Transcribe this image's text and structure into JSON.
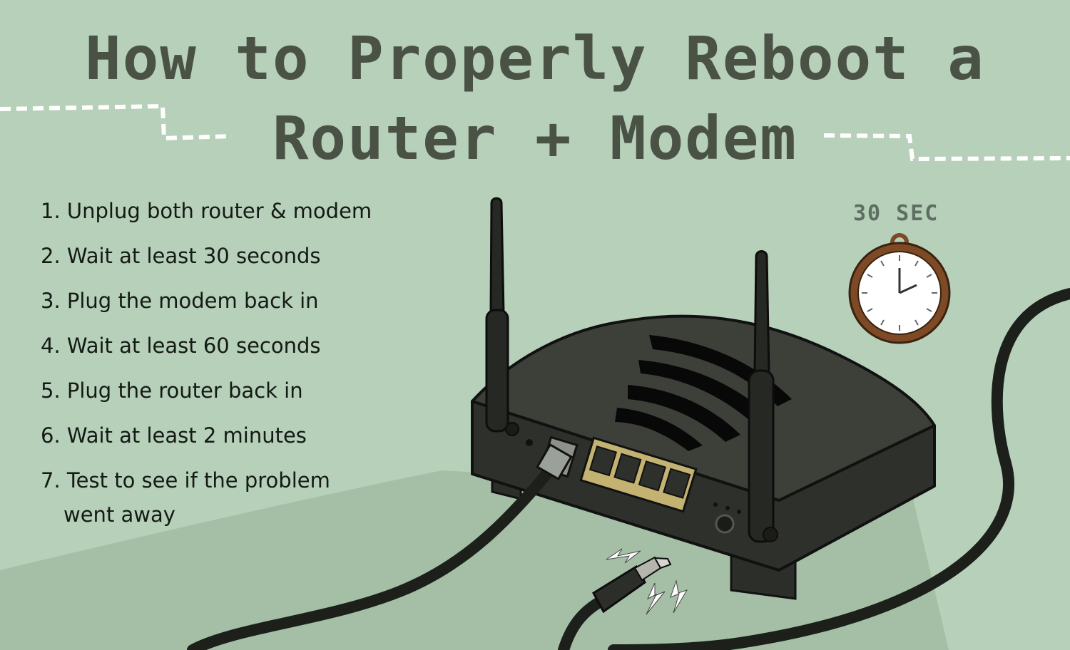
{
  "title": {
    "line1": "How to Properly Reboot a",
    "line2": "Router + Modem"
  },
  "steps": [
    {
      "text": "1. Unplug both router & modem"
    },
    {
      "text": "2. Wait at least 30 seconds"
    },
    {
      "text": "3. Plug the modem back in"
    },
    {
      "text": "4. Wait at least 60 seconds"
    },
    {
      "text": "5. Plug the router back in"
    },
    {
      "text": "6. Wait at least 2 minutes"
    },
    {
      "text": "7. Test to see if the problem",
      "cont": "went away"
    }
  ],
  "timer": {
    "label": "30 SEC"
  },
  "icons": [
    "router-illustration",
    "stopwatch-icon",
    "audio-plug-icon",
    "power-cable",
    "spark-icon"
  ],
  "colors": {
    "background": "#b6d0ba",
    "floor": "#a4bfa6",
    "title": "#4a5246",
    "text": "#141a14",
    "router": "#3a3d36",
    "stopwatch_case": "#7d4a25",
    "ports": "#c4b272"
  }
}
